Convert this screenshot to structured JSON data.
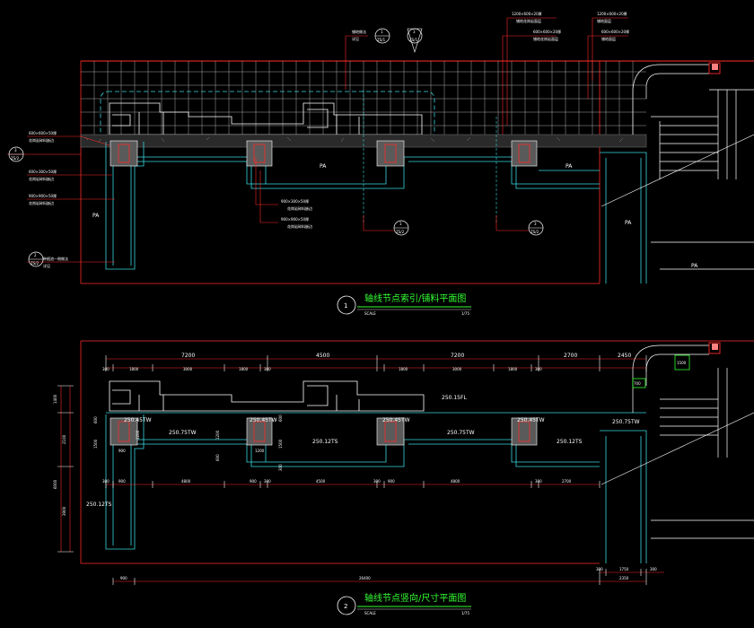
{
  "plan1": {
    "title": "轴线节点索引/铺料平面图",
    "number": "1",
    "scale_left": "SCALE",
    "scale_right": "1/75",
    "top_callouts": [
      {
        "line1": "1200×600×20厚",
        "line2": "铺地面层"
      },
      {
        "line1": "600×600×20厚",
        "line2": "铺地面层"
      },
      {
        "line1": "1200×600×20厚",
        "line2": "铺地花岗岩面层"
      },
      {
        "line1": "600×600×20厚",
        "line2": "铺地花岗岩面层"
      },
      {
        "line1": "铺地做法",
        "line2": "详见"
      }
    ],
    "left_callouts": [
      {
        "line1": "600×600×50厚",
        "line2": "花岗岩碎料嵌边"
      },
      {
        "line1": "600×300×50厚",
        "line2": "花岗岩碎料嵌边"
      },
      {
        "line1": "900×900×50厚",
        "line2": "花岗岩碎料嵌边"
      },
      {
        "line1": "种植池一侧做法",
        "line2": "详见"
      }
    ],
    "bottom_callouts": [
      {
        "line1": "900×300×50厚",
        "line2": "花岗岩碎料嵌边"
      },
      {
        "line1": "900×900×50厚",
        "line2": "花岗岩碎料嵌边"
      }
    ],
    "index_marks": [
      {
        "num": "1",
        "sheet": "ZS/1"
      },
      {
        "num": "3",
        "sheet": "ZS/1"
      },
      {
        "num": "3",
        "sheet": "ZS/2"
      },
      {
        "num": "2",
        "sheet": "ZS/2"
      },
      {
        "num": "1",
        "sheet": "ZS/2"
      },
      {
        "num": "3",
        "sheet": "ZS/2"
      }
    ],
    "pa_labels": [
      "PA",
      "PA",
      "PA",
      "PA",
      "PA"
    ]
  },
  "plan2": {
    "title": "轴线节点竖向/尺寸平面图",
    "number": "2",
    "scale_left": "SCALE",
    "scale_right": "1/75",
    "top_dims": [
      "7200",
      "4500",
      "7200",
      "2700",
      "2450"
    ],
    "sub_dims": [
      "300",
      "1800",
      "3000",
      "1800",
      "300",
      "1800",
      "3000",
      "1800",
      "300"
    ],
    "left_dims": [
      "1400",
      "2100",
      "6000",
      "3900"
    ],
    "left_small": [
      "600",
      "1500"
    ],
    "mid_dims": [
      "300",
      "900",
      "4800",
      "900",
      "300",
      "4500",
      "300",
      "900",
      "4800",
      "300",
      "2700"
    ],
    "bottom_total": "26400",
    "bottom_first": "900",
    "bottom_right": [
      "300",
      "1750",
      "300"
    ],
    "bottom_right_total": "2350",
    "elevations": [
      "250.15FL",
      "250.45TW",
      "250.45TW",
      "250.45TW",
      "250.45TW",
      "250.75TW",
      "250.75TW",
      "250.75TW",
      "250.12TS",
      "250.12TS",
      "250.12TS"
    ],
    "small_dims": [
      "1200",
      "900",
      "1200",
      "600",
      "1500",
      "600",
      "300",
      "1200"
    ],
    "stair_dims": [
      "1500",
      "700"
    ]
  }
}
